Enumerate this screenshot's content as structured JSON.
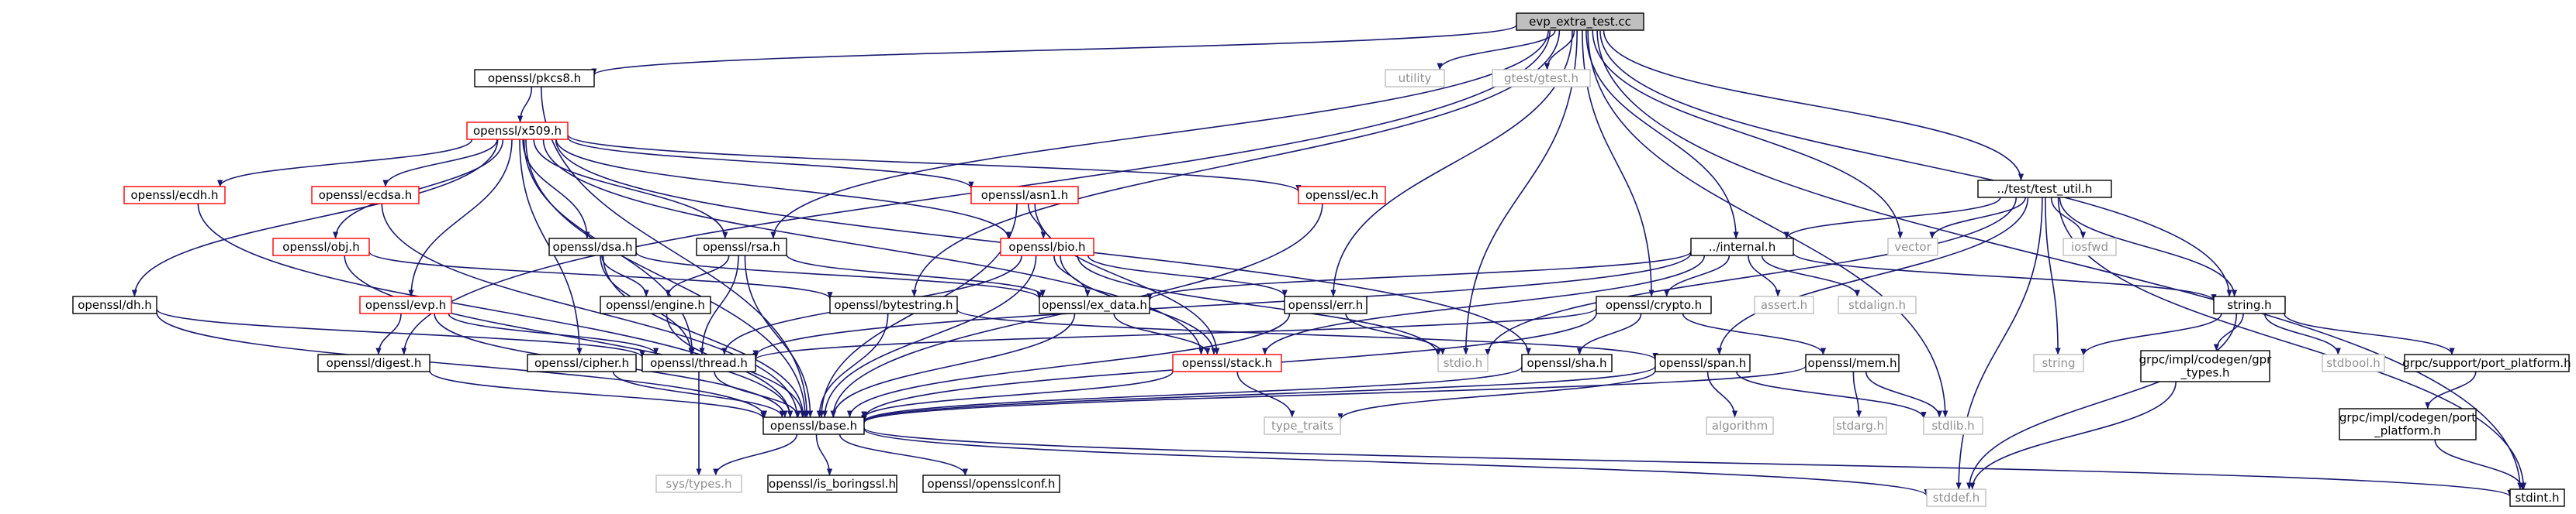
{
  "graph": {
    "nodes": [
      {
        "id": "root",
        "lines": [
          "evp_extra_test.cc"
        ],
        "kind": "root"
      },
      {
        "id": "pkcs8",
        "lines": [
          "openssl/pkcs8.h"
        ],
        "kind": "normal"
      },
      {
        "id": "utility",
        "lines": [
          "utility"
        ],
        "kind": "system"
      },
      {
        "id": "gtest",
        "lines": [
          "gtest/gtest.h"
        ],
        "kind": "system"
      },
      {
        "id": "x509",
        "lines": [
          "openssl/x509.h"
        ],
        "kind": "red"
      },
      {
        "id": "test_util",
        "lines": [
          "../test/test_util.h"
        ],
        "kind": "normal"
      },
      {
        "id": "ecdh",
        "lines": [
          "openssl/ecdh.h"
        ],
        "kind": "red"
      },
      {
        "id": "ecdsa",
        "lines": [
          "openssl/ecdsa.h"
        ],
        "kind": "red"
      },
      {
        "id": "asn1",
        "lines": [
          "openssl/asn1.h"
        ],
        "kind": "red"
      },
      {
        "id": "ec",
        "lines": [
          "openssl/ec.h"
        ],
        "kind": "red"
      },
      {
        "id": "vector",
        "lines": [
          "vector"
        ],
        "kind": "system"
      },
      {
        "id": "iosfwd",
        "lines": [
          "iosfwd"
        ],
        "kind": "system"
      },
      {
        "id": "internal",
        "lines": [
          "../internal.h"
        ],
        "kind": "normal"
      },
      {
        "id": "obj",
        "lines": [
          "openssl/obj.h"
        ],
        "kind": "red"
      },
      {
        "id": "dsa",
        "lines": [
          "openssl/dsa.h"
        ],
        "kind": "normal"
      },
      {
        "id": "rsa",
        "lines": [
          "openssl/rsa.h"
        ],
        "kind": "normal"
      },
      {
        "id": "bio",
        "lines": [
          "openssl/bio.h"
        ],
        "kind": "red"
      },
      {
        "id": "dh",
        "lines": [
          "openssl/dh.h"
        ],
        "kind": "normal"
      },
      {
        "id": "evp",
        "lines": [
          "openssl/evp.h"
        ],
        "kind": "red"
      },
      {
        "id": "engine",
        "lines": [
          "openssl/engine.h"
        ],
        "kind": "normal"
      },
      {
        "id": "bytestring",
        "lines": [
          "openssl/bytestring.h"
        ],
        "kind": "normal"
      },
      {
        "id": "ex_data",
        "lines": [
          "openssl/ex_data.h"
        ],
        "kind": "normal"
      },
      {
        "id": "err",
        "lines": [
          "openssl/err.h"
        ],
        "kind": "normal"
      },
      {
        "id": "crypto",
        "lines": [
          "openssl/crypto.h"
        ],
        "kind": "normal"
      },
      {
        "id": "assert",
        "lines": [
          "assert.h"
        ],
        "kind": "system"
      },
      {
        "id": "stdalign",
        "lines": [
          "stdalign.h"
        ],
        "kind": "system"
      },
      {
        "id": "string_h",
        "lines": [
          "string.h"
        ],
        "kind": "normal"
      },
      {
        "id": "digest",
        "lines": [
          "openssl/digest.h"
        ],
        "kind": "normal"
      },
      {
        "id": "cipher",
        "lines": [
          "openssl/cipher.h"
        ],
        "kind": "normal"
      },
      {
        "id": "thread",
        "lines": [
          "openssl/thread.h"
        ],
        "kind": "normal"
      },
      {
        "id": "stack",
        "lines": [
          "openssl/stack.h"
        ],
        "kind": "red"
      },
      {
        "id": "stdio",
        "lines": [
          "stdio.h"
        ],
        "kind": "system"
      },
      {
        "id": "sha",
        "lines": [
          "openssl/sha.h"
        ],
        "kind": "normal"
      },
      {
        "id": "span",
        "lines": [
          "openssl/span.h"
        ],
        "kind": "normal"
      },
      {
        "id": "mem",
        "lines": [
          "openssl/mem.h"
        ],
        "kind": "normal"
      },
      {
        "id": "string",
        "lines": [
          "string"
        ],
        "kind": "system"
      },
      {
        "id": "gpr_types",
        "lines": [
          "grpc/impl/codegen/gpr",
          "_types.h"
        ],
        "kind": "normal"
      },
      {
        "id": "stdbool",
        "lines": [
          "stdbool.h"
        ],
        "kind": "system"
      },
      {
        "id": "port_platform",
        "lines": [
          "grpc/support/port_platform.h"
        ],
        "kind": "normal"
      },
      {
        "id": "base",
        "lines": [
          "openssl/base.h"
        ],
        "kind": "normal"
      },
      {
        "id": "type_traits",
        "lines": [
          "type_traits"
        ],
        "kind": "system"
      },
      {
        "id": "algorithm",
        "lines": [
          "algorithm"
        ],
        "kind": "system"
      },
      {
        "id": "stdarg",
        "lines": [
          "stdarg.h"
        ],
        "kind": "system"
      },
      {
        "id": "stdlib",
        "lines": [
          "stdlib.h"
        ],
        "kind": "system"
      },
      {
        "id": "codegen_port",
        "lines": [
          "grpc/impl/codegen/port",
          "_platform.h"
        ],
        "kind": "normal"
      },
      {
        "id": "sys_types",
        "lines": [
          "sys/types.h"
        ],
        "kind": "system"
      },
      {
        "id": "is_boringssl",
        "lines": [
          "openssl/is_boringssl.h"
        ],
        "kind": "normal"
      },
      {
        "id": "opensslconf",
        "lines": [
          "openssl/opensslconf.h"
        ],
        "kind": "normal"
      },
      {
        "id": "stddef",
        "lines": [
          "stddef.h"
        ],
        "kind": "system"
      },
      {
        "id": "stdint",
        "lines": [
          "stdint.h"
        ],
        "kind": "normal"
      }
    ],
    "edges": [
      [
        "root",
        "pkcs8"
      ],
      [
        "root",
        "utility"
      ],
      [
        "root",
        "gtest"
      ],
      [
        "root",
        "test_util"
      ],
      [
        "root",
        "vector"
      ],
      [
        "root",
        "internal"
      ],
      [
        "root",
        "rsa"
      ],
      [
        "root",
        "bytestring"
      ],
      [
        "root",
        "err"
      ],
      [
        "root",
        "crypto"
      ],
      [
        "root",
        "digest"
      ],
      [
        "root",
        "stdio"
      ],
      [
        "root",
        "stdlib"
      ],
      [
        "root",
        "string_h"
      ],
      [
        "root",
        "stdint"
      ],
      [
        "pkcs8",
        "x509"
      ],
      [
        "pkcs8",
        "base"
      ],
      [
        "x509",
        "ecdh"
      ],
      [
        "x509",
        "ecdsa"
      ],
      [
        "x509",
        "asn1"
      ],
      [
        "x509",
        "ec"
      ],
      [
        "x509",
        "obj"
      ],
      [
        "x509",
        "dh"
      ],
      [
        "x509",
        "dsa"
      ],
      [
        "x509",
        "rsa"
      ],
      [
        "x509",
        "bio"
      ],
      [
        "x509",
        "evp"
      ],
      [
        "x509",
        "cipher"
      ],
      [
        "x509",
        "thread"
      ],
      [
        "x509",
        "stack"
      ],
      [
        "x509",
        "sha"
      ],
      [
        "x509",
        "base"
      ],
      [
        "ecdh",
        "base"
      ],
      [
        "ecdsa",
        "base"
      ],
      [
        "ec",
        "base"
      ],
      [
        "asn1",
        "bio"
      ],
      [
        "asn1",
        "stack"
      ],
      [
        "asn1",
        "base"
      ],
      [
        "obj",
        "bytestring"
      ],
      [
        "obj",
        "base"
      ],
      [
        "dh",
        "thread"
      ],
      [
        "dh",
        "base"
      ],
      [
        "dsa",
        "engine"
      ],
      [
        "dsa",
        "ex_data"
      ],
      [
        "dsa",
        "thread"
      ],
      [
        "dsa",
        "base"
      ],
      [
        "rsa",
        "engine"
      ],
      [
        "rsa",
        "ex_data"
      ],
      [
        "rsa",
        "thread"
      ],
      [
        "rsa",
        "base"
      ],
      [
        "bio",
        "err"
      ],
      [
        "bio",
        "ex_data"
      ],
      [
        "bio",
        "stack"
      ],
      [
        "bio",
        "thread"
      ],
      [
        "bio",
        "stdio"
      ],
      [
        "bio",
        "base"
      ],
      [
        "evp",
        "digest"
      ],
      [
        "evp",
        "thread"
      ],
      [
        "evp",
        "base"
      ],
      [
        "engine",
        "base"
      ],
      [
        "bytestring",
        "span"
      ],
      [
        "bytestring",
        "base"
      ],
      [
        "ex_data",
        "stack"
      ],
      [
        "ex_data",
        "base"
      ],
      [
        "err",
        "stdio"
      ],
      [
        "err",
        "base"
      ],
      [
        "crypto",
        "mem"
      ],
      [
        "crypto",
        "sha"
      ],
      [
        "crypto",
        "thread"
      ],
      [
        "crypto",
        "base"
      ],
      [
        "internal",
        "assert"
      ],
      [
        "internal",
        "stdalign"
      ],
      [
        "internal",
        "string_h"
      ],
      [
        "internal",
        "ex_data"
      ],
      [
        "internal",
        "thread"
      ],
      [
        "internal",
        "crypto"
      ],
      [
        "internal",
        "stack"
      ],
      [
        "test_util",
        "vector"
      ],
      [
        "test_util",
        "iosfwd"
      ],
      [
        "test_util",
        "internal"
      ],
      [
        "test_util",
        "string"
      ],
      [
        "test_util",
        "string_h"
      ],
      [
        "test_util",
        "span"
      ],
      [
        "test_util",
        "stdio"
      ],
      [
        "test_util",
        "stddef"
      ],
      [
        "test_util",
        "stdint"
      ],
      [
        "string_h",
        "string"
      ],
      [
        "string_h",
        "gpr_types"
      ],
      [
        "string_h",
        "stdbool"
      ],
      [
        "string_h",
        "port_platform"
      ],
      [
        "string_h",
        "stddef"
      ],
      [
        "port_platform",
        "codegen_port"
      ],
      [
        "gpr_types",
        "stddef"
      ],
      [
        "codegen_port",
        "stdint"
      ],
      [
        "digest",
        "base"
      ],
      [
        "cipher",
        "base"
      ],
      [
        "thread",
        "base"
      ],
      [
        "thread",
        "sys_types"
      ],
      [
        "stack",
        "base"
      ],
      [
        "stack",
        "type_traits"
      ],
      [
        "sha",
        "base"
      ],
      [
        "span",
        "algorithm"
      ],
      [
        "span",
        "type_traits"
      ],
      [
        "span",
        "stdlib"
      ],
      [
        "span",
        "base"
      ],
      [
        "mem",
        "stdarg"
      ],
      [
        "mem",
        "stdlib"
      ],
      [
        "mem",
        "base"
      ],
      [
        "base",
        "sys_types"
      ],
      [
        "base",
        "is_boringssl"
      ],
      [
        "base",
        "opensslconf"
      ],
      [
        "base",
        "stddef"
      ],
      [
        "base",
        "stdint"
      ]
    ]
  },
  "colors": {
    "edge": "#191970",
    "normal_border": "#000000",
    "red_border": "#ff0000",
    "system_border": "#bfbfbf",
    "system_text": "#909090",
    "root_fill": "#bfbfbf",
    "text": "#000000"
  }
}
